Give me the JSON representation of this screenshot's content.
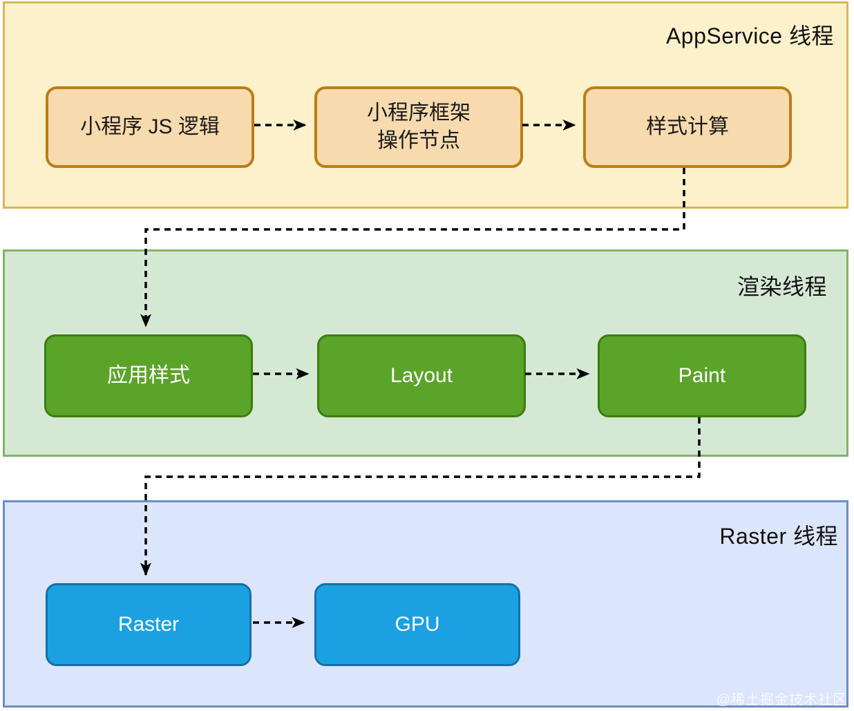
{
  "bands": {
    "appservice": {
      "title": "AppService 线程",
      "boxes": {
        "js_logic": "小程序 JS 逻辑",
        "framework": "小程序框架\n操作节点",
        "style_calc": "样式计算"
      }
    },
    "render": {
      "title": "渲染线程",
      "boxes": {
        "apply_style": "应用样式",
        "layout": "Layout",
        "paint": "Paint"
      }
    },
    "raster": {
      "title": "Raster 线程",
      "boxes": {
        "raster": "Raster",
        "gpu": "GPU"
      }
    }
  },
  "watermark": "@稀土掘金技术社区",
  "colors": {
    "appservice_band_bg": "#FCF1CB",
    "appservice_band_border": "#D6B656",
    "appservice_box_bg": "#F7DAAE",
    "appservice_box_border": "#BC7D16",
    "render_band_bg": "#D5E8D4",
    "render_band_border": "#82B366",
    "render_box_bg": "#5BA42A",
    "render_box_border": "#3A7D0E",
    "raster_band_bg": "#DBE5FB",
    "raster_band_border": "#6C8EBF",
    "raster_box_bg": "#1BA1E2",
    "raster_box_border": "#1470A8",
    "connector": "#000000"
  }
}
